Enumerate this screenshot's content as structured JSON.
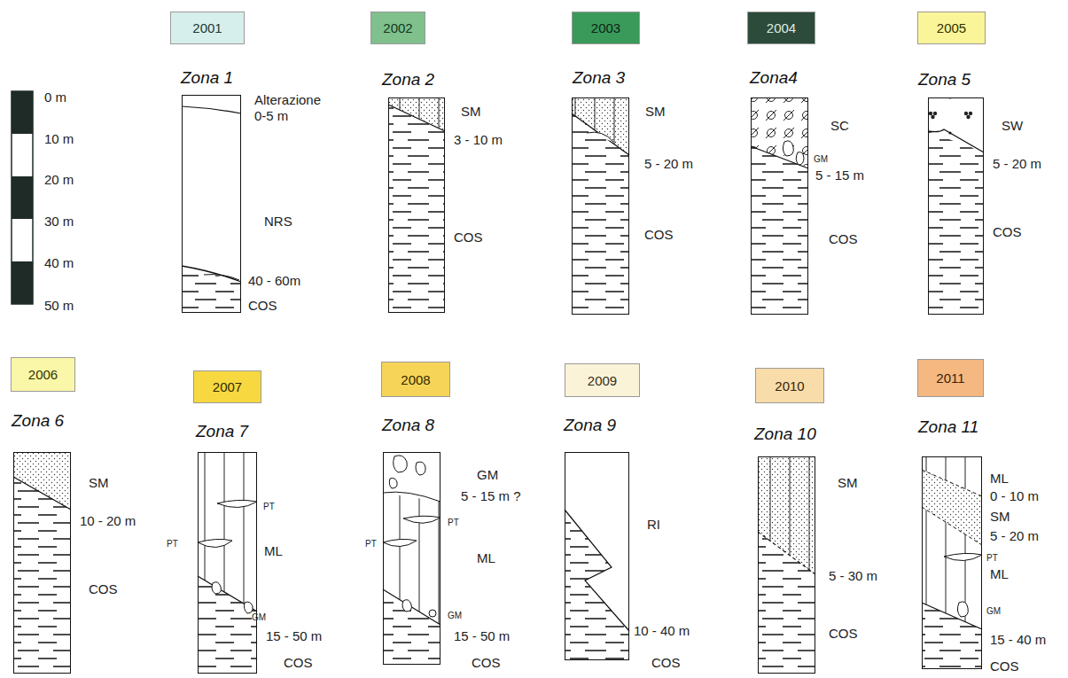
{
  "diagram": {
    "nodes": [
      {
        "text": [
          "2001"
        ]
      },
      {
        "text": [
          "2002"
        ]
      },
      {
        "text": [
          "2003"
        ]
      },
      {
        "text": [
          "2004"
        ]
      },
      {
        "text": [
          "2005"
        ]
      },
      {
        "text": [
          "Zona 1"
        ]
      },
      {
        "text": [
          "Zona 2"
        ]
      },
      {
        "text": [
          "Zona 3"
        ]
      },
      {
        "text": [
          "Zona4"
        ]
      },
      {
        "text": [
          "Zona 5"
        ]
      },
      {
        "text": [
          "2006"
        ]
      },
      {
        "text": [
          "2007"
        ]
      },
      {
        "text": [
          "2008"
        ]
      },
      {
        "text": [
          "2009"
        ]
      },
      {
        "text": [
          "2010"
        ]
      },
      {
        "text": [
          "2011"
        ]
      },
      {
        "text": [
          "Zona 6"
        ]
      },
      {
        "text": [
          "Zona 7"
        ]
      },
      {
        "text": [
          "Zona 8"
        ]
      },
      {
        "text": [
          "Zona 9"
        ]
      },
      {
        "text": [
          "Zona 10"
        ]
      },
      {
        "text": [
          "Zona 11"
        ]
      }
    ],
    "labels": [
      "0 m",
      "10 m",
      "20 m",
      "30 m",
      "40 m",
      "50 m",
      "Alterazione",
      "0-5 m",
      "NRS",
      "40 - 60m",
      "COS",
      "SM",
      "3 - 10 m",
      "COS",
      "SM",
      "5 - 20 m",
      "COS",
      "SC",
      "GM",
      "5 - 15 m",
      "COS",
      "SW",
      "5 - 20 m",
      "COS",
      "SM",
      "10 - 20 m",
      "COS",
      "PT",
      "PT",
      "ML",
      "GM",
      "15 - 50 m",
      "COS",
      "GM",
      "5 - 15 m ?",
      "PT",
      "PT",
      "ML",
      "GM",
      "15 - 50 m",
      "COS",
      "RI",
      "10 - 40 m",
      "COS",
      "SM",
      "5 - 30 m",
      "COS",
      "ML",
      "0 - 10 m",
      "SM",
      "5 - 20 m",
      "PT",
      "ML",
      "GM",
      "15 - 40 m",
      "COS"
    ]
  }
}
